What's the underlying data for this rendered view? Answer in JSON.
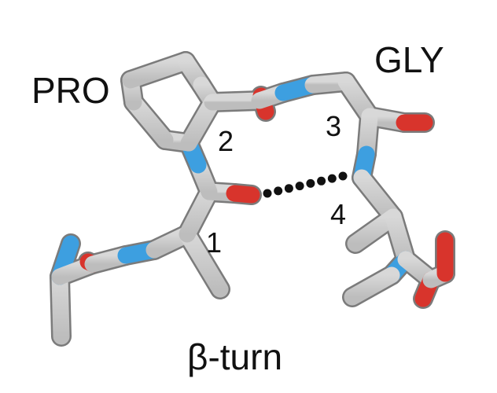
{
  "diagram": {
    "title": "β-turn",
    "residue_labels": {
      "pro": "PRO",
      "gly": "GLY"
    },
    "position_labels": [
      "1",
      "2",
      "3",
      "4"
    ],
    "atom_colors": {
      "carbon": "#c6c6c6",
      "nitrogen": "#3d9fe0",
      "oxygen": "#d8342c",
      "outline": "#7b7b7b"
    },
    "hbond": {
      "from": "O of residue 1",
      "to": "N of residue 4",
      "style": "dotted"
    }
  }
}
